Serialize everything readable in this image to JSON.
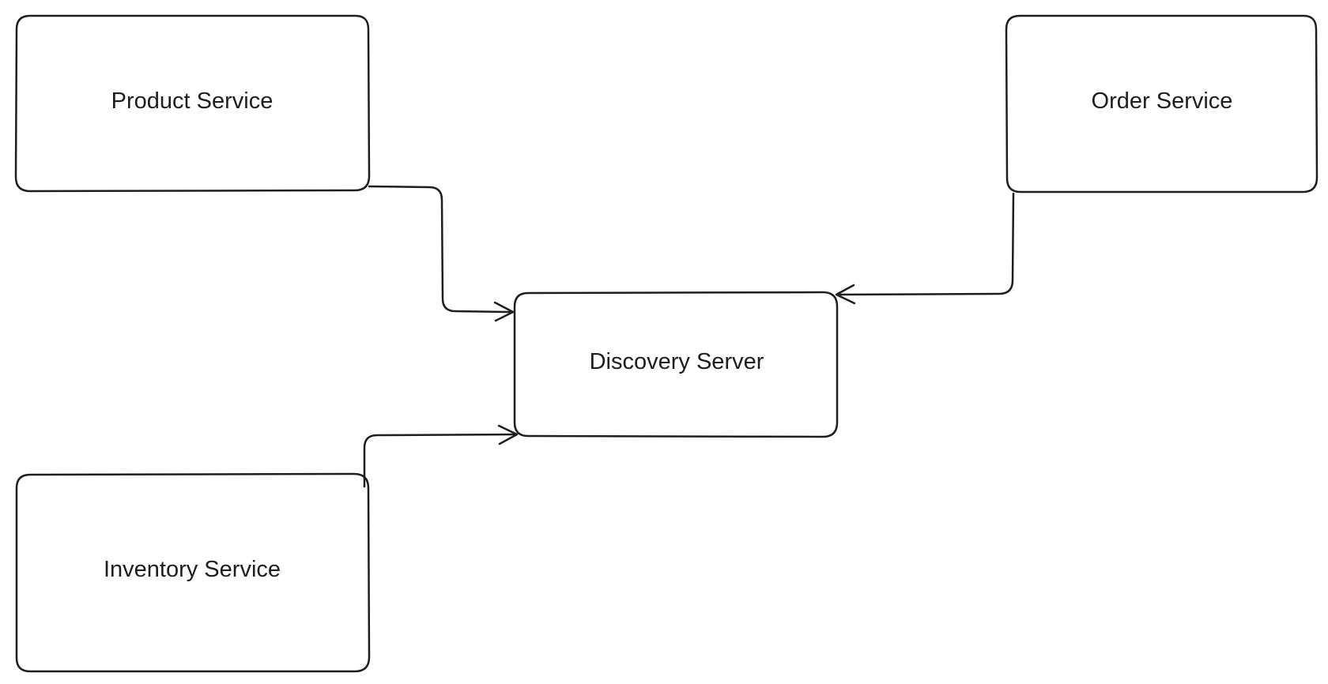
{
  "diagram": {
    "stroke_color": "#1e1e1e",
    "background_color": "#ffffff",
    "nodes": {
      "product_service": {
        "label": "Product Service"
      },
      "order_service": {
        "label": "Order Service"
      },
      "discovery_server": {
        "label": "Discovery Server"
      },
      "inventory_service": {
        "label": "Inventory Service"
      }
    },
    "edges": [
      {
        "from": "Product Service",
        "to": "Discovery Server"
      },
      {
        "from": "Order Service",
        "to": "Discovery Server"
      },
      {
        "from": "Inventory Service",
        "to": "Discovery Server"
      }
    ]
  }
}
